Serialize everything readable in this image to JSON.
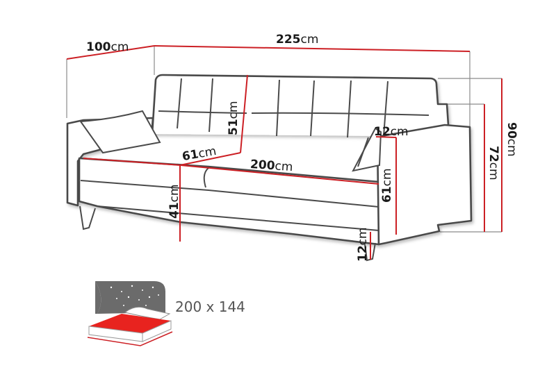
{
  "diagram": {
    "subject": "Sofa bed dimension drawing",
    "unit": "cm",
    "dimensions": {
      "depth": {
        "value": "100",
        "unit": "cm"
      },
      "width": {
        "value": "225",
        "unit": "cm"
      },
      "height_total": {
        "value": "90",
        "unit": "cm"
      },
      "height_arm": {
        "value": "72",
        "unit": "cm"
      },
      "backrest_height": {
        "value": "51",
        "unit": "cm"
      },
      "seat_depth": {
        "value": "61",
        "unit": "cm"
      },
      "seat_width": {
        "value": "200",
        "unit": "cm"
      },
      "seat_height": {
        "value": "41",
        "unit": "cm"
      },
      "arm_width": {
        "value": "12",
        "unit": "cm"
      },
      "arm_height": {
        "value": "61",
        "unit": "cm"
      },
      "leg_height": {
        "value": "12",
        "unit": "cm"
      }
    },
    "sleeping_area": {
      "icon": "bed-night-icon",
      "label": "200 x 144"
    },
    "colors": {
      "dimension_line": "#cc1f24",
      "outline": "#4a4a4a",
      "bed_fill": "#e8231f",
      "night_bg": "#6b6b6b"
    }
  }
}
